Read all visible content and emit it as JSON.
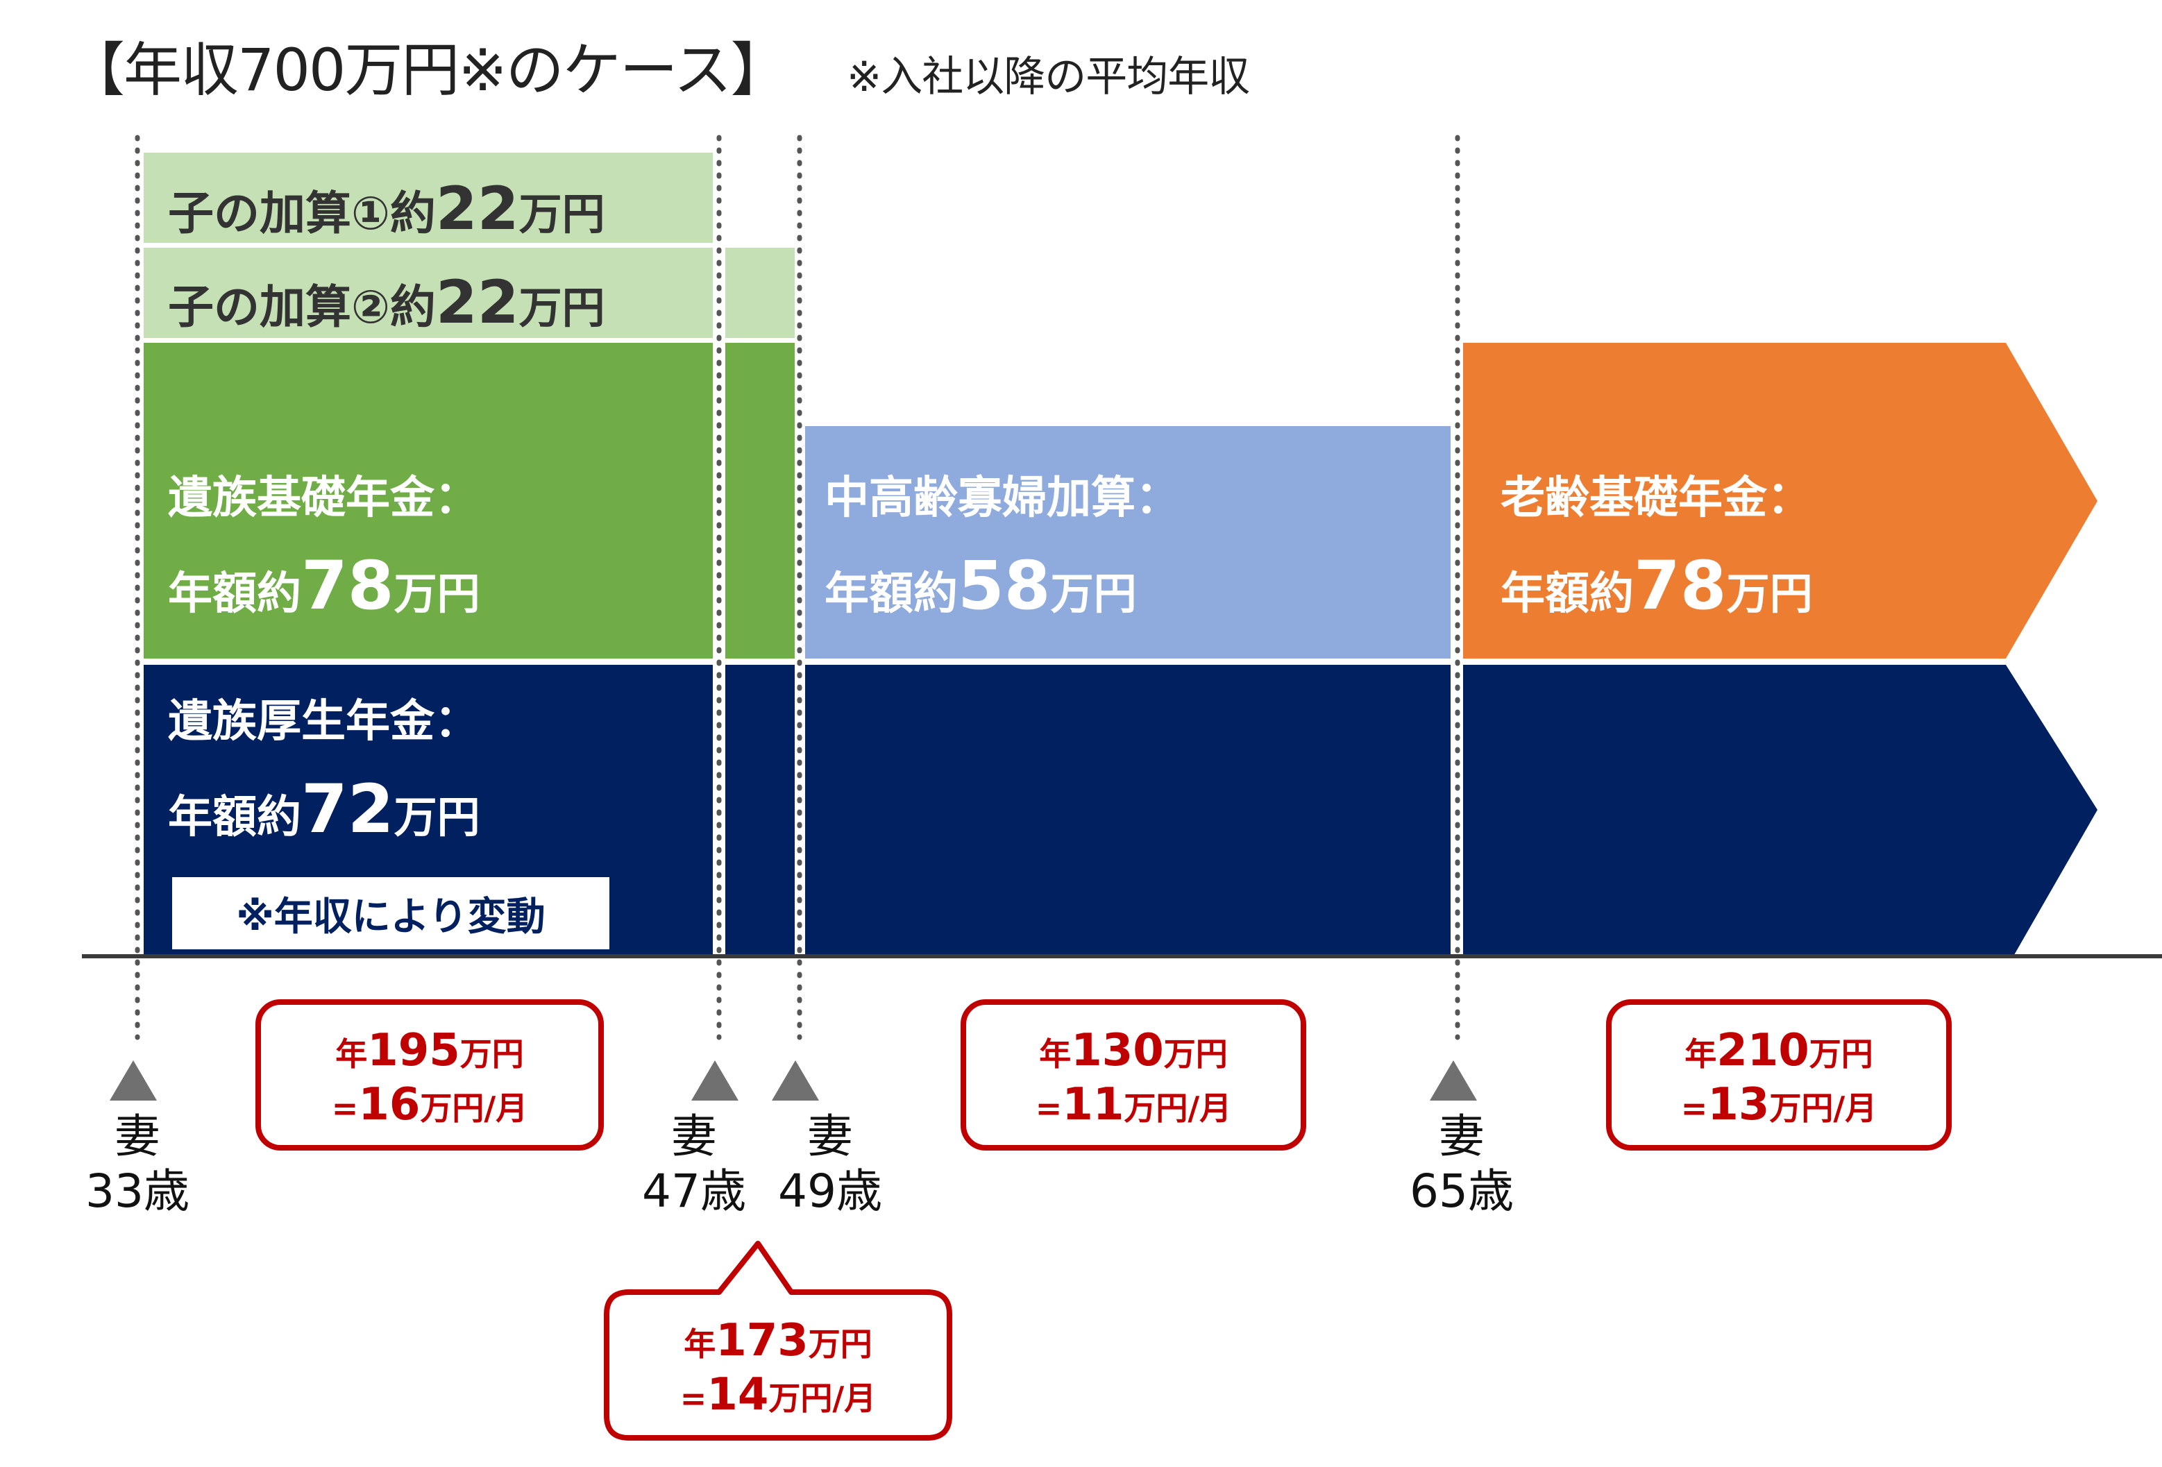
{
  "header": {
    "title": "【年収700万円※のケース】",
    "note": "※入社以降の平均年収"
  },
  "colors": {
    "light_green": "#c5e0b4",
    "green": "#70ad47",
    "navy": "#002060",
    "light_blue": "#8faadc",
    "orange": "#ed7d31",
    "callout_red": "#c00000",
    "marker_gray": "#707070"
  },
  "bands": {
    "child1": {
      "pre": "子の加算①約",
      "amount": "22",
      "unit": "万円"
    },
    "child2": {
      "pre": "子の加算②約",
      "amount": "22",
      "unit": "万円"
    },
    "kiso": {
      "line1": "遺族基礎年金：",
      "pre": "年額約",
      "amount": "78",
      "unit": "万円"
    },
    "kosei": {
      "line1": "遺族厚生年金：",
      "pre": "年額約",
      "amount": "72",
      "unit": "万円",
      "badge": "※年収により変動"
    },
    "chukorei": {
      "line1": "中高齢寡婦加算：",
      "pre": "年額約",
      "amount": "58",
      "unit": "万円"
    },
    "rorei": {
      "line1": "老齢基礎年金：",
      "pre": "年額約",
      "amount": "78",
      "unit": "万円"
    }
  },
  "ages": [
    {
      "who": "妻",
      "age": "33歳"
    },
    {
      "who": "妻",
      "age": "47歳"
    },
    {
      "who": "妻",
      "age": "49歳"
    },
    {
      "who": "妻",
      "age": "65歳"
    }
  ],
  "callouts": [
    {
      "pre": "年",
      "annual": "195",
      "annual_unit": "万円",
      "eq": "=",
      "monthly": "16",
      "monthly_unit": "万円/月"
    },
    {
      "pre": "年",
      "annual": "173",
      "annual_unit": "万円",
      "eq": "=",
      "monthly": "14",
      "monthly_unit": "万円/月"
    },
    {
      "pre": "年",
      "annual": "130",
      "annual_unit": "万円",
      "eq": "=",
      "monthly": "11",
      "monthly_unit": "万円/月"
    },
    {
      "pre": "年",
      "annual": "210",
      "annual_unit": "万円",
      "eq": "=",
      "monthly": "13",
      "monthly_unit": "万円/月"
    }
  ]
}
